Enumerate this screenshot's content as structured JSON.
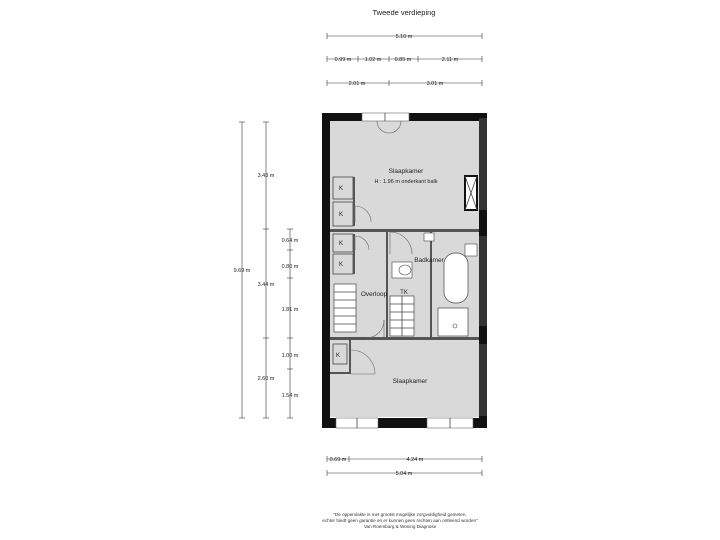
{
  "title": "Tweede verdieping",
  "rooms": {
    "slaapkamer_top": "Slaapkamer",
    "height_note": "H : 1.96 m onderkant balk",
    "badkamer": "Badkamer",
    "overloop": "Overloop",
    "tk": "TK",
    "slaapkamer_bottom": "Slaapkamer",
    "k": "K"
  },
  "dimensions": {
    "top_total": "5.10 m",
    "top_row2": [
      "0.99 m",
      "1.02 m",
      "0.85 m",
      "2.11 m"
    ],
    "top_row3": [
      "2.01 m",
      "3.01 m"
    ],
    "left_total": "9.69 m",
    "left_col2": [
      "3.43 m",
      "3.44 m",
      "2.60 m"
    ],
    "left_col3": [
      "0.64 m",
      "0.80 m",
      "1.81 m",
      "1.00 m",
      "1.54 m"
    ],
    "bottom_row1": [
      "0.69 m",
      "4.24 m"
    ],
    "bottom_total": "5.04 m"
  },
  "disclaimer": [
    "\"De oppervlakte is met grootst mogelijke zorgvuldigheid gemeten,",
    "echter biedt geen garantie en er kunnen geen rechten aan ontleend worden\"",
    "Van Roemburg & Woning Diagnose"
  ]
}
